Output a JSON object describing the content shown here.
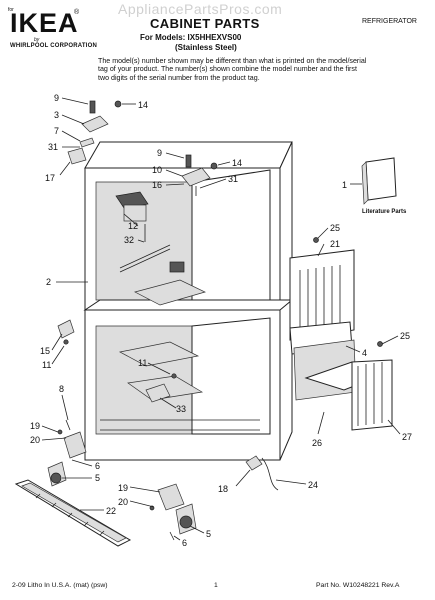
{
  "header": {
    "logo_for": "for",
    "logo_brand": "IKEA",
    "logo_reg": "®",
    "logo_by": "by",
    "logo_corp": "WHIRLPOOL CORPORATION",
    "watermark": "AppliancePartsPros.com",
    "title": "CABINET PARTS",
    "models_line": "For Models: IX5HHEXVS00",
    "variant": "(Stainless Steel)",
    "category": "REFRIGERATOR"
  },
  "notice": "The model(s) number shown may be different than what is printed on the model/serial tag of your product. The number(s) shown combine the model number and the first two digits of the serial number from the product tag.",
  "diagram": {
    "literature_label": "Literature Parts",
    "callouts": [
      {
        "id": "c9a",
        "text": "9"
      },
      {
        "id": "c14a",
        "text": "14"
      },
      {
        "id": "c3",
        "text": "3"
      },
      {
        "id": "c7",
        "text": "7"
      },
      {
        "id": "c31a",
        "text": "31"
      },
      {
        "id": "c17",
        "text": "17"
      },
      {
        "id": "c9b",
        "text": "9"
      },
      {
        "id": "c14b",
        "text": "14"
      },
      {
        "id": "c10",
        "text": "10"
      },
      {
        "id": "c16",
        "text": "16"
      },
      {
        "id": "c31b",
        "text": "31"
      },
      {
        "id": "c1",
        "text": "1"
      },
      {
        "id": "c12",
        "text": "12"
      },
      {
        "id": "c32",
        "text": "32"
      },
      {
        "id": "c25a",
        "text": "25"
      },
      {
        "id": "c21",
        "text": "21"
      },
      {
        "id": "c2",
        "text": "2"
      },
      {
        "id": "c15",
        "text": "15"
      },
      {
        "id": "c11a",
        "text": "11"
      },
      {
        "id": "c25b",
        "text": "25"
      },
      {
        "id": "c4",
        "text": "4"
      },
      {
        "id": "c11b",
        "text": "11"
      },
      {
        "id": "c8",
        "text": "8"
      },
      {
        "id": "c33",
        "text": "33"
      },
      {
        "id": "c19a",
        "text": "19"
      },
      {
        "id": "c20a",
        "text": "20"
      },
      {
        "id": "c26",
        "text": "26"
      },
      {
        "id": "c27",
        "text": "27"
      },
      {
        "id": "c6a",
        "text": "6"
      },
      {
        "id": "c5a",
        "text": "5"
      },
      {
        "id": "c18",
        "text": "18"
      },
      {
        "id": "c24",
        "text": "24"
      },
      {
        "id": "c19b",
        "text": "19"
      },
      {
        "id": "c20b",
        "text": "20"
      },
      {
        "id": "c22",
        "text": "22"
      },
      {
        "id": "c5b",
        "text": "5"
      },
      {
        "id": "c6b",
        "text": "6"
      }
    ]
  },
  "footer": {
    "left": "2-09 Litho In U.S.A. (mat) (psw)",
    "page": "1",
    "part": "Part No. W10248221 Rev.A"
  }
}
